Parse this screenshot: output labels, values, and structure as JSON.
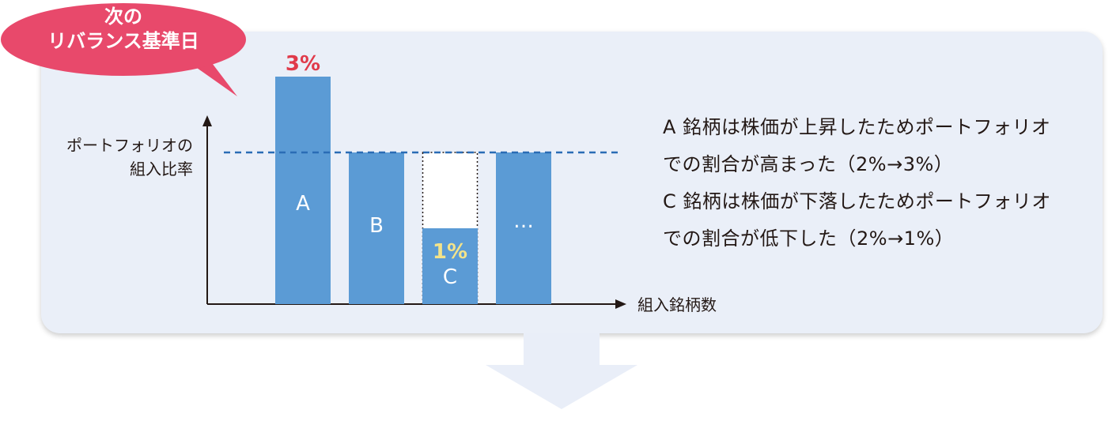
{
  "badge": {
    "line1": "次の",
    "line2": "リバランス基準日"
  },
  "side_text": {
    "line1": "A 銘柄は株価が上昇したためポートフォリオ",
    "line2": "での割合が高まった（2%→3%）",
    "line3": "C 銘柄は株価が下落したためポートフォリオ",
    "line4": "での割合が低下した（2%→1%）"
  },
  "colors": {
    "bar": "#5b9bd5",
    "panel": "#eaeff8",
    "badge": "#e8496b",
    "highlight_red": "#e03a4a",
    "highlight_yellow": "#f3e38a",
    "target_line": "#2a6cb5",
    "arrow": "#e9eef8"
  },
  "chart_data": {
    "type": "bar",
    "categories": [
      "A",
      "B",
      "C",
      "…"
    ],
    "values": [
      3,
      2,
      1,
      2
    ],
    "previous_value_C": 2,
    "target_line_value": 2,
    "ylabel": [
      "ポートフォリオの",
      "組入比率"
    ],
    "xlabel": "組入銘柄数",
    "value_labels": {
      "A": "3%",
      "C": "1%"
    },
    "ylim": [
      0,
      3.2
    ],
    "grid": false
  }
}
